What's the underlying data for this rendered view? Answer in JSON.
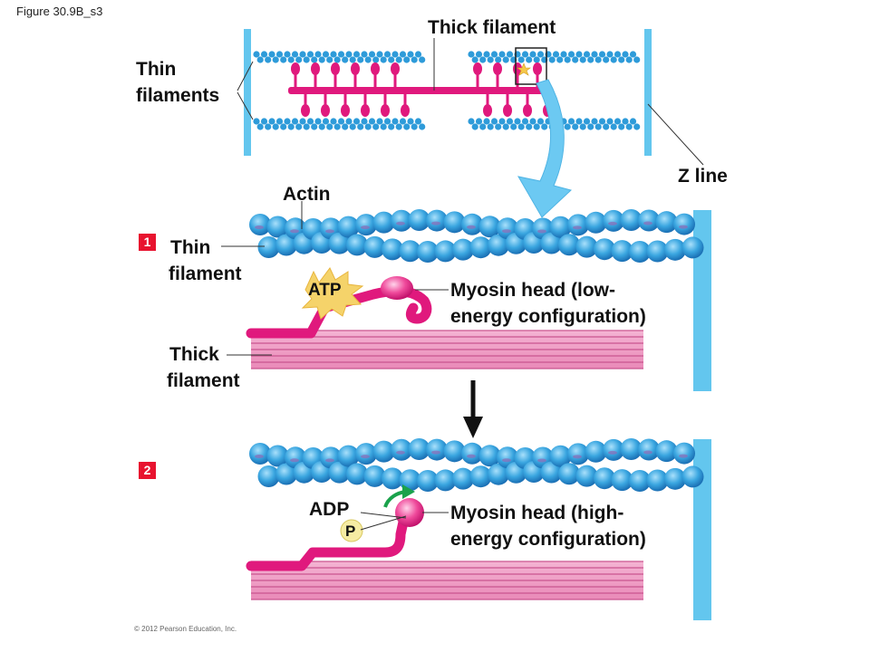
{
  "figure_id": "Figure 30.9B_s3",
  "labels": {
    "thick_filament_top": "Thick filament",
    "thin_filaments_top": [
      "Thin",
      "filaments"
    ],
    "z_line": "Z line",
    "actin": "Actin",
    "thin_filament": [
      "Thin",
      "filament"
    ],
    "thick_filament": [
      "Thick",
      "filament"
    ],
    "atp": "ATP",
    "myosin_low": [
      "Myosin head (low-",
      "energy configuration)"
    ],
    "adp": "ADP",
    "p": "P",
    "myosin_high": [
      "Myosin head (high-",
      "energy configuration)"
    ]
  },
  "steps": [
    "1",
    "2"
  ],
  "copyright": "© 2012 Pearson Education, Inc.",
  "colors": {
    "actin_bead": "#2e9bd9",
    "myosin": "#e0197d",
    "thick_filament_band": "#ef9bc4",
    "z_line": "#63c6ee",
    "atp_burst": "#f5d36a",
    "arrow_green": "#1aa24b",
    "step_badge": "#e8132f"
  }
}
